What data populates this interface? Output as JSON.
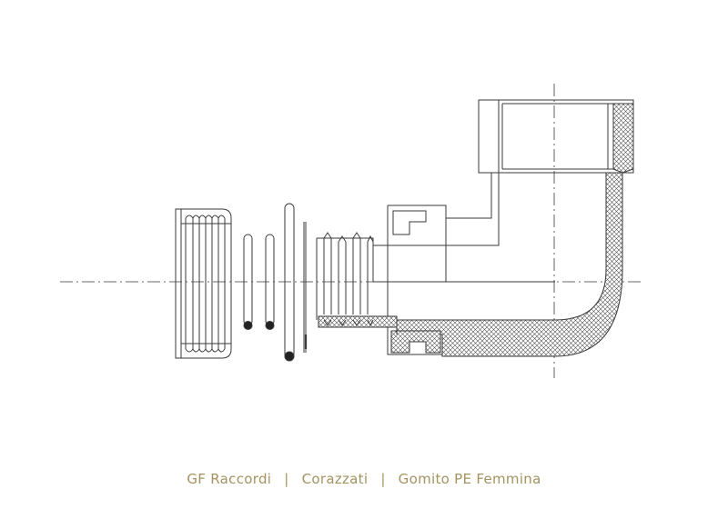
{
  "caption": {
    "brand": "GF Raccordi",
    "separator": "|",
    "category": "Corazzati",
    "product": "Gomito PE Femmina"
  },
  "colors": {
    "line": "#3a3a3a",
    "caption": "#a39360",
    "background": "#ffffff"
  }
}
